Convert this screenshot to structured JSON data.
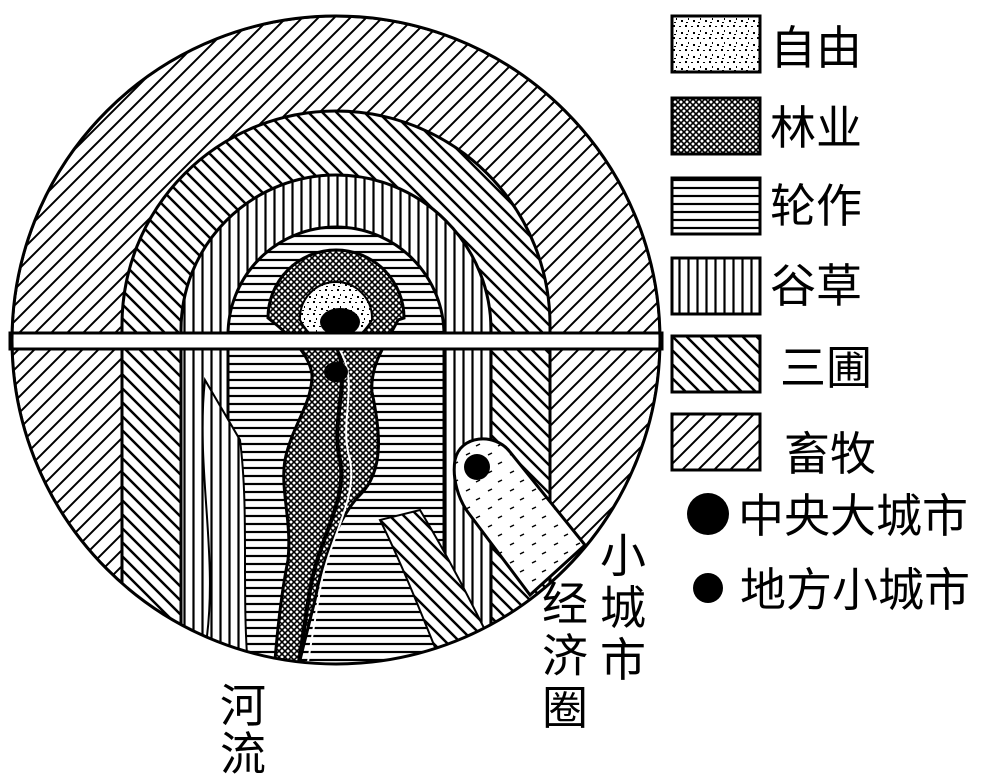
{
  "legend": {
    "items": [
      {
        "key": "free",
        "label": "自由",
        "pattern": "speckle"
      },
      {
        "key": "forestry",
        "label": "林业",
        "pattern": "crosshatch"
      },
      {
        "key": "rotation",
        "label": "轮作",
        "pattern": "horizontal-lines"
      },
      {
        "key": "grain-grass",
        "label": "谷草",
        "pattern": "vertical-lines"
      },
      {
        "key": "three-field",
        "label": "三圃",
        "pattern": "backslash-lines"
      },
      {
        "key": "livestock",
        "label": "畜牧",
        "pattern": "slash-lines"
      }
    ],
    "big_city_label": "中央大城市",
    "small_city_label": "地方小城市"
  },
  "map": {
    "river_label": [
      "河",
      "流"
    ],
    "small_city_circle_label": [
      "小",
      "城",
      "市"
    ],
    "economic_circle_label": [
      "经",
      "济",
      "圈"
    ]
  },
  "colors": {
    "ink": "#000000",
    "paper": "#ffffff"
  }
}
